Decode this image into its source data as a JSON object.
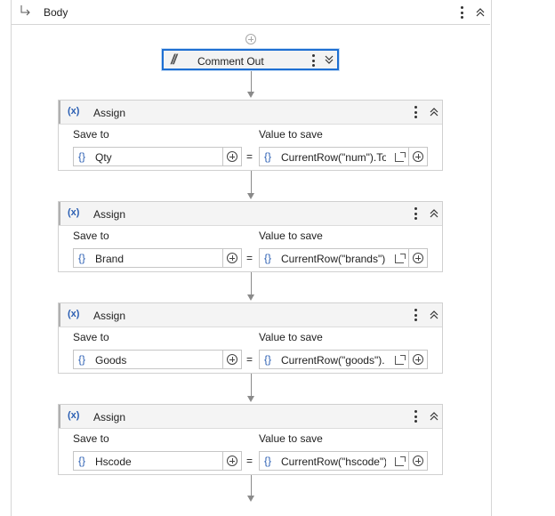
{
  "body": {
    "title": "Body"
  },
  "comment_out": {
    "label": "Comment Out"
  },
  "assigns": [
    {
      "title": "Assign",
      "save_to_label": "Save to",
      "value_label": "Value to save",
      "save_to": "Qty",
      "value": "CurrentRow(\"num\").To",
      "equals": "="
    },
    {
      "title": "Assign",
      "save_to_label": "Save to",
      "value_label": "Value to save",
      "save_to": "Brand",
      "value": "CurrentRow(\"brands\")",
      "equals": "="
    },
    {
      "title": "Assign",
      "save_to_label": "Save to",
      "value_label": "Value to save",
      "save_to": "Goods",
      "value": "CurrentRow(\"goods\").",
      "equals": "="
    },
    {
      "title": "Assign",
      "save_to_label": "Save to",
      "value_label": "Value to save",
      "save_to": "Hscode",
      "value": "CurrentRow(\"hscode\").",
      "equals": "="
    }
  ],
  "icons": {
    "brace": "{}",
    "assign": "(x)",
    "comment": "//"
  }
}
